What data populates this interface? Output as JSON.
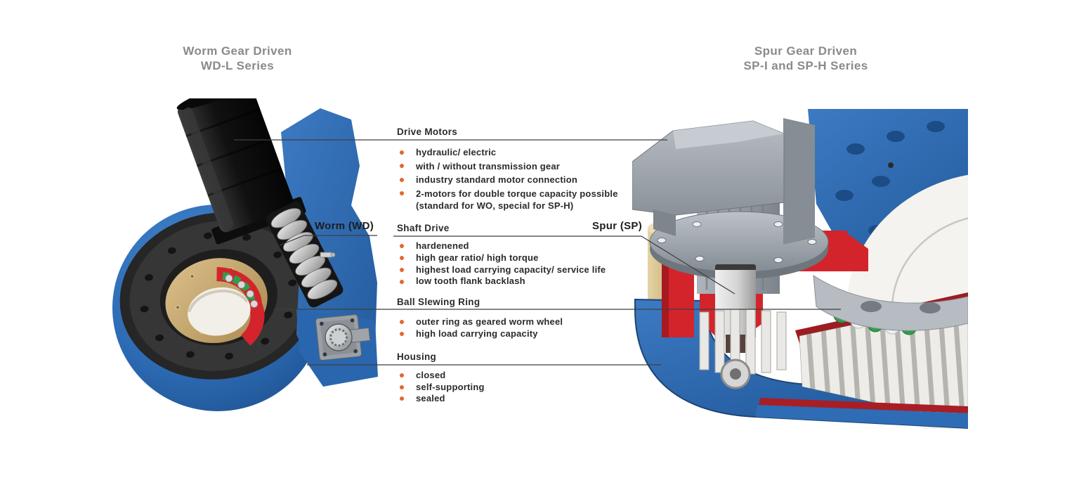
{
  "titles": {
    "left": {
      "line1": "Worm Gear Driven",
      "line2": "WD-L Series"
    },
    "right": {
      "line1": "Spur Gear Driven",
      "line2": "SP-I and SP-H Series"
    }
  },
  "labels": {
    "worm": "Worm (WD)",
    "spur": "Spur (SP)"
  },
  "sections": [
    {
      "title": "Drive Motors",
      "bullets": [
        "hydraulic/ electric",
        "with / without transmission gear",
        "industry standard motor connection",
        "2-motors for double torque capacity possible"
      ],
      "continuation": "(standard for WO, special for SP-H)"
    },
    {
      "title": "Shaft Drive",
      "bullets": [
        "hardenened",
        "high gear ratio/ high torque",
        "highest load carrying capacity/ service life",
        "low tooth flank backlash"
      ]
    },
    {
      "title": "Ball Slewing Ring",
      "bullets": [
        "outer ring as geared worm wheel",
        "high load carrying capacity"
      ]
    },
    {
      "title": "Housing",
      "bullets": [
        "closed",
        "self-supporting",
        "sealed"
      ]
    }
  ],
  "colors": {
    "title_gray": "#8a8a8a",
    "text_dark": "#2b2b2b",
    "bullet_orange": "#e2672f",
    "leader_line": "#3f3f3f",
    "housing_blue": "#2e6cb5",
    "cutaway_red": "#d3242c",
    "dark_red": "#9e1b22",
    "bronze_ring": "#c6a56d",
    "cage_green": "#2f9e4b",
    "motor_black": "#171717",
    "motor_gray": "#9aa1a8",
    "white_ring": "#f4f3ef"
  }
}
